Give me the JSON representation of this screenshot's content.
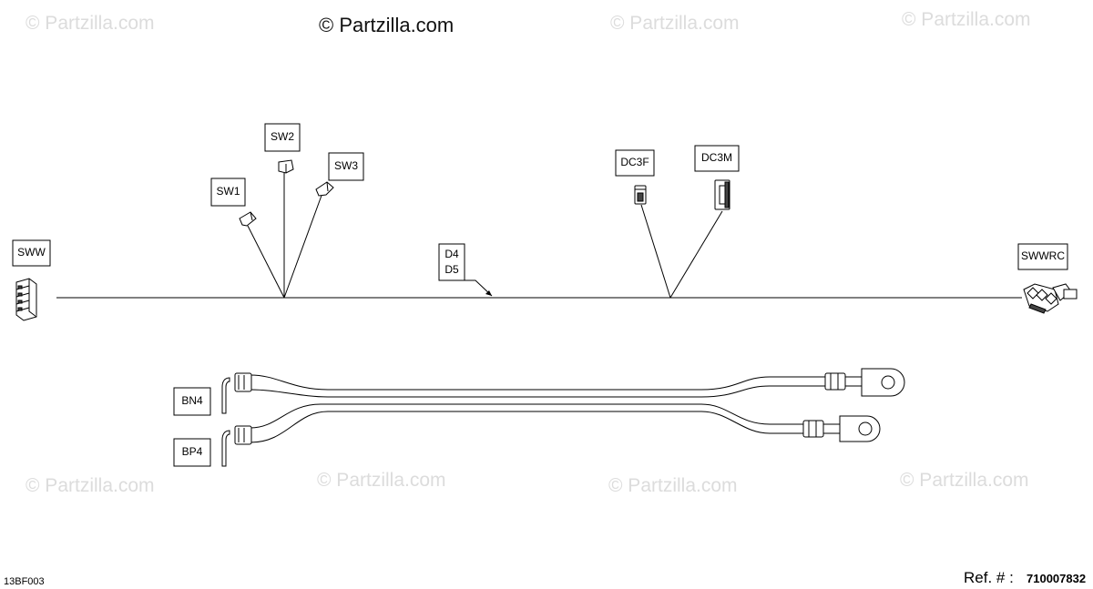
{
  "watermark": {
    "main": "© Partzilla.com",
    "faint": "© Partzilla.com"
  },
  "labels": {
    "sww": "SWW",
    "sw1": "SW1",
    "sw2": "SW2",
    "sw3": "SW3",
    "d4": "D4",
    "d5": "D5",
    "dc3f": "DC3F",
    "dc3m": "DC3M",
    "swwrc": "SWWRC",
    "bn4": "BN4",
    "bp4": "BP4"
  },
  "footer": {
    "diagram_code": "13BF003",
    "ref_label": "Ref. # :",
    "ref_number": "710007832"
  }
}
